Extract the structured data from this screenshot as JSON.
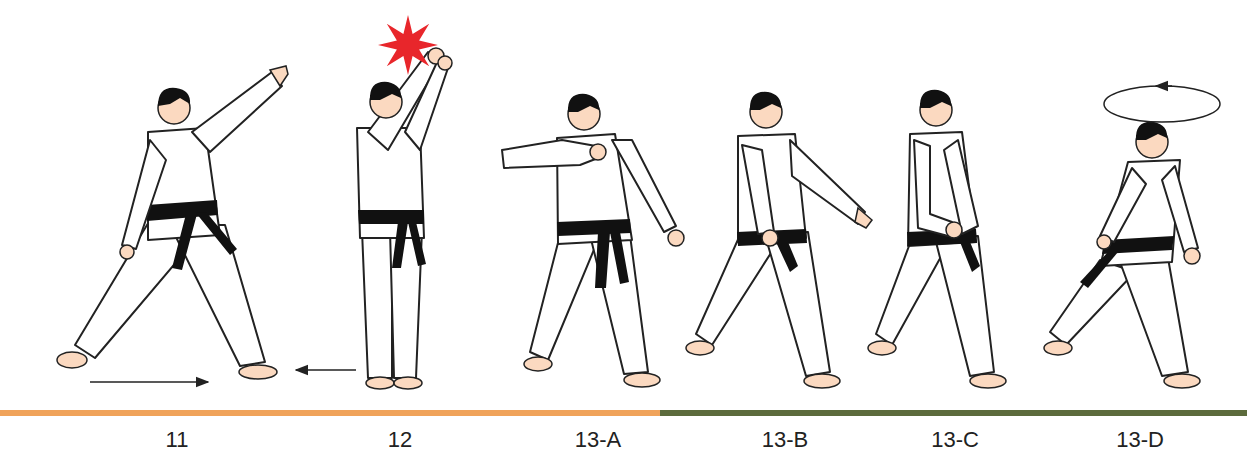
{
  "diagram": {
    "labels": [
      "11",
      "12",
      "13-A",
      "13-B",
      "13-C",
      "13-D"
    ]
  }
}
